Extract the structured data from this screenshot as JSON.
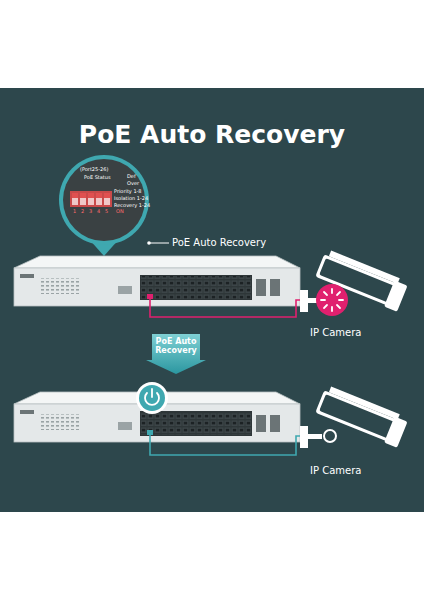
{
  "diagram": {
    "title": "PoE Auto Recovery",
    "nodes": [
      {
        "text": [
          "PoE Auto Recovery"
        ]
      }
    ],
    "labels": [
      "(Port25-26)",
      "PoE Status",
      "Def",
      "Over",
      "Priority 1-8",
      "Isolation 1-24",
      "Recovery 1-24",
      "ON",
      "1",
      "2",
      "3",
      "4",
      "5",
      "PoE Auto Recovery",
      "IP Camera",
      "IP Camera"
    ]
  }
}
